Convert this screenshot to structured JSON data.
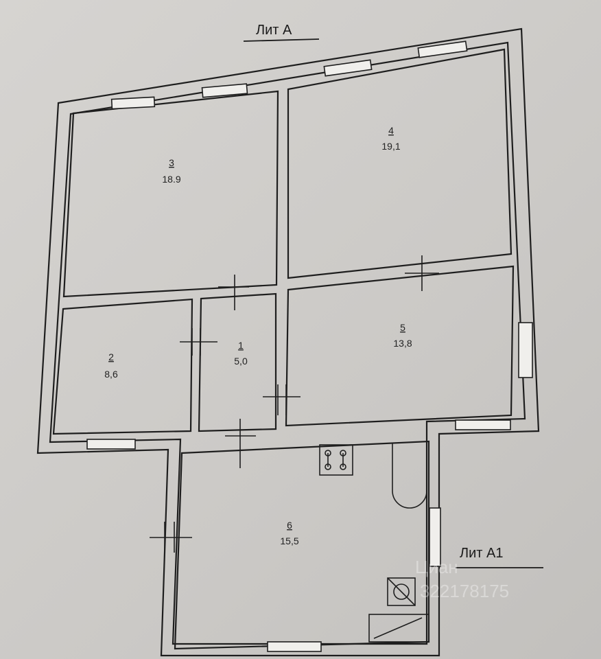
{
  "labels": {
    "lit_a": "Лит А",
    "lit_a1": "Лит А1"
  },
  "rooms": [
    {
      "number": "1",
      "area": "5,0"
    },
    {
      "number": "2",
      "area": "8,6"
    },
    {
      "number": "3",
      "area": "18.9"
    },
    {
      "number": "4",
      "area": "19,1"
    },
    {
      "number": "5",
      "area": "13,8"
    },
    {
      "number": "6",
      "area": "15,5"
    }
  ],
  "watermark": {
    "brand": "Циан",
    "id": "322178175"
  }
}
